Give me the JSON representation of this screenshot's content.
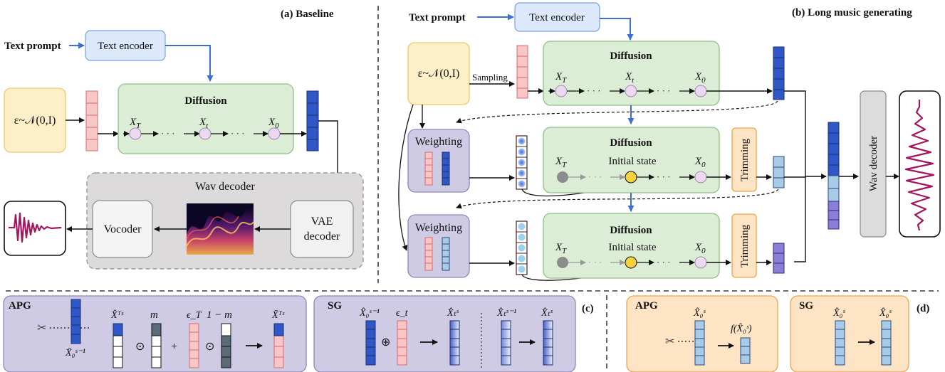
{
  "panels": {
    "a_title": "(a) Baseline",
    "b_title": "(b) Long music generating",
    "c_label": "(c)",
    "d_label": "(d)"
  },
  "baseline": {
    "text_prompt": "Text prompt",
    "text_encoder": "Text encoder",
    "noise": "ε~𝒩(0,I)",
    "diffusion": "Diffusion",
    "xT": "X",
    "xT_sub": "T",
    "xt": "X",
    "xt_sub": "t",
    "x0": "X",
    "x0_sub": "0",
    "dots": "· · ·",
    "wav_decoder": "Wav decoder",
    "vocoder": "Vocoder",
    "vae_line1": "VAE",
    "vae_line2": "decoder"
  },
  "long": {
    "text_prompt": "Text prompt",
    "text_encoder": "Text encoder",
    "noise": "ε~𝒩(0,I)",
    "sampling": "Sampling",
    "diffusion": "Diffusion",
    "weighting": "Weighting",
    "initial_state": "Initial state",
    "trimming": "Trimming",
    "wav_decoder": "Wav decoder"
  },
  "apg_c": {
    "title": "APG",
    "scissors": "✂",
    "x0_prev": "X̄₀ˢ⁻¹",
    "xT_hat": "X̂ᵀˢ",
    "odot": "⊙",
    "m": "m",
    "plus": "+",
    "eps_T": "ϵ_T",
    "one_minus_m": "1 − m",
    "xT_bar": "X̄ᵀˢ",
    "arrow": "→"
  },
  "sg_c": {
    "title": "SG",
    "x0_prev": "X̂₀ˢ⁻¹",
    "oplus": "⊕",
    "eps_t": "ϵ_t",
    "xt_hat": "X̂ₜˢ",
    "xt_prev": "X̂ₜˢ⁻¹",
    "xt_hat2": "X̂ₜˢ"
  },
  "apg_d": {
    "title": "APG",
    "x0_hat": "X̂₀ˢ",
    "f": "f(X̂₀ˢ)"
  },
  "sg_d": {
    "title": "SG",
    "x0_hat_a": "X̂₀ˢ",
    "x0_hat_b": "X̂₀ˢ"
  },
  "colors": {
    "green_fill": "#dcedd6",
    "green_stroke": "#8fbf86",
    "blue_box": "#dce9fa",
    "noise_fill": "#fdf0c9",
    "noise_stroke": "#f0c868",
    "purple": "#cfcbe5",
    "purple_stroke": "#8e86b8",
    "orange": "#fde4c5",
    "orange_stroke": "#f0a54a",
    "pink": "#f7c6c6",
    "pink_stroke": "#d96b6b",
    "dark_blue": "#2f57c8",
    "light_blue": "#a8cbe8",
    "arrow_blue": "#3d6fd1",
    "wav": "#a0175e",
    "grey_box": "#dcdcdc"
  }
}
